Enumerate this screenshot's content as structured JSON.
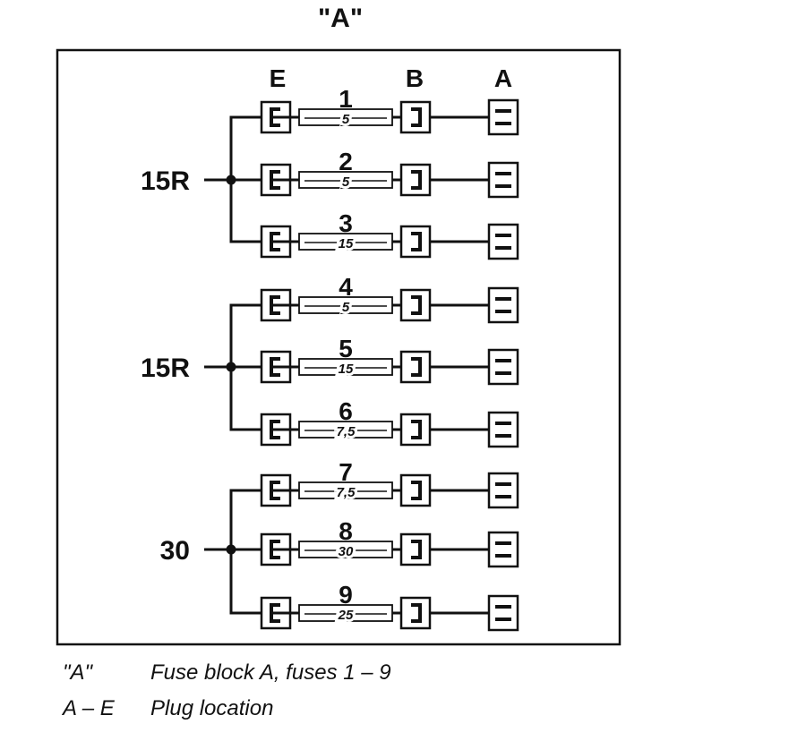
{
  "title": "\"A\"",
  "columns": {
    "e": "E",
    "b": "B",
    "a": "A"
  },
  "feeds": [
    {
      "label": "15R",
      "fuses": [
        0,
        1,
        2
      ]
    },
    {
      "label": "15R",
      "fuses": [
        3,
        4,
        5
      ]
    },
    {
      "label": "30",
      "fuses": [
        6,
        7,
        8
      ]
    }
  ],
  "fuses": [
    {
      "number": "1",
      "rating": "5"
    },
    {
      "number": "2",
      "rating": "5"
    },
    {
      "number": "3",
      "rating": "15"
    },
    {
      "number": "4",
      "rating": "5"
    },
    {
      "number": "5",
      "rating": "15"
    },
    {
      "number": "6",
      "rating": "7,5"
    },
    {
      "number": "7",
      "rating": "7,5"
    },
    {
      "number": "8",
      "rating": "30"
    },
    {
      "number": "9",
      "rating": "25"
    }
  ],
  "legend": [
    {
      "key": "\"A\"",
      "text": "Fuse block A, fuses 1 – 9"
    },
    {
      "key": "A – E",
      "text": "Plug location"
    }
  ]
}
